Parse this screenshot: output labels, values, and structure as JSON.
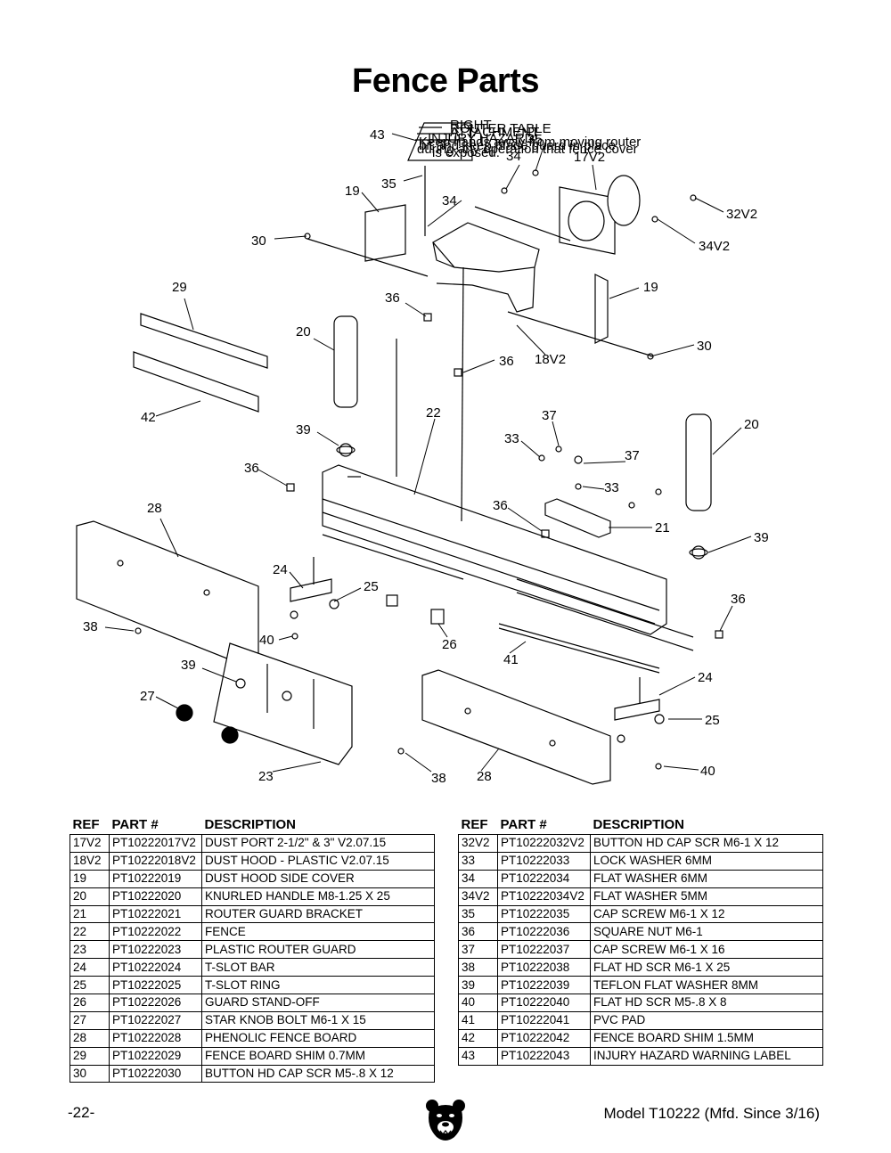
{
  "page": {
    "title": "Fence Parts",
    "page_number": "-22-",
    "model_text": "Model T10222 (Mfd. Since 3/16)"
  },
  "diagram": {
    "label_text": [
      "RIGHT",
      "ROUTER TABLE",
      "ATTACHMENT",
      "INJURY HAZARD!",
      "Keep hands away from moving router",
      "bit and keep blade guard in place",
      "during any operation that fence cover",
      "is exposed."
    ],
    "callouts": [
      "43",
      "35",
      "34",
      "17V2",
      "19",
      "35",
      "34",
      "32V2",
      "30",
      "34V2",
      "29",
      "36",
      "19",
      "20",
      "30",
      "36",
      "18V2",
      "22",
      "37",
      "42",
      "39",
      "33",
      "20",
      "36",
      "37",
      "33",
      "28",
      "36",
      "21",
      "39",
      "24",
      "25",
      "36",
      "38",
      "40",
      "26",
      "41",
      "39",
      "24",
      "27",
      "25",
      "23",
      "38",
      "28",
      "40"
    ]
  },
  "table_headers": {
    "ref": "REF",
    "part": "PART #",
    "desc": "DESCRIPTION"
  },
  "parts_left": [
    {
      "ref": "17V2",
      "part": "PT10222017V2",
      "desc": "DUST PORT 2-1/2\" & 3\" V2.07.15"
    },
    {
      "ref": "18V2",
      "part": "PT10222018V2",
      "desc": "DUST HOOD - PLASTIC V2.07.15"
    },
    {
      "ref": "19",
      "part": "PT10222019",
      "desc": "DUST HOOD SIDE COVER"
    },
    {
      "ref": "20",
      "part": "PT10222020",
      "desc": "KNURLED HANDLE M8-1.25 X 25"
    },
    {
      "ref": "21",
      "part": "PT10222021",
      "desc": "ROUTER GUARD BRACKET"
    },
    {
      "ref": "22",
      "part": "PT10222022",
      "desc": "FENCE"
    },
    {
      "ref": "23",
      "part": "PT10222023",
      "desc": "PLASTIC ROUTER GUARD"
    },
    {
      "ref": "24",
      "part": "PT10222024",
      "desc": "T-SLOT BAR"
    },
    {
      "ref": "25",
      "part": "PT10222025",
      "desc": "T-SLOT RING"
    },
    {
      "ref": "26",
      "part": "PT10222026",
      "desc": "GUARD STAND-OFF"
    },
    {
      "ref": "27",
      "part": "PT10222027",
      "desc": "STAR KNOB BOLT M6-1 X 15"
    },
    {
      "ref": "28",
      "part": "PT10222028",
      "desc": "PHENOLIC FENCE BOARD"
    },
    {
      "ref": "29",
      "part": "PT10222029",
      "desc": "FENCE BOARD SHIM 0.7MM"
    },
    {
      "ref": "30",
      "part": "PT10222030",
      "desc": "BUTTON HD CAP SCR M5-.8 X 12"
    }
  ],
  "parts_right": [
    {
      "ref": "32V2",
      "part": "PT10222032V2",
      "desc": "BUTTON HD CAP SCR M6-1 X 12"
    },
    {
      "ref": "33",
      "part": "PT10222033",
      "desc": "LOCK WASHER 6MM"
    },
    {
      "ref": "34",
      "part": "PT10222034",
      "desc": "FLAT WASHER 6MM"
    },
    {
      "ref": "34V2",
      "part": "PT10222034V2",
      "desc": "FLAT WASHER 5MM"
    },
    {
      "ref": "35",
      "part": "PT10222035",
      "desc": "CAP SCREW M6-1 X 12"
    },
    {
      "ref": "36",
      "part": "PT10222036",
      "desc": "SQUARE NUT M6-1"
    },
    {
      "ref": "37",
      "part": "PT10222037",
      "desc": "CAP SCREW M6-1 X 16"
    },
    {
      "ref": "38",
      "part": "PT10222038",
      "desc": "FLAT HD SCR M6-1 X 25"
    },
    {
      "ref": "39",
      "part": "PT10222039",
      "desc": "TEFLON FLAT WASHER 8MM"
    },
    {
      "ref": "40",
      "part": "PT10222040",
      "desc": "FLAT HD SCR M5-.8 X 8"
    },
    {
      "ref": "41",
      "part": "PT10222041",
      "desc": "PVC PAD"
    },
    {
      "ref": "42",
      "part": "PT10222042",
      "desc": "FENCE BOARD SHIM 1.5MM"
    },
    {
      "ref": "43",
      "part": "PT10222043",
      "desc": "INJURY HAZARD WARNING LABEL"
    }
  ],
  "logo": {
    "icon": "bear-head-icon"
  }
}
